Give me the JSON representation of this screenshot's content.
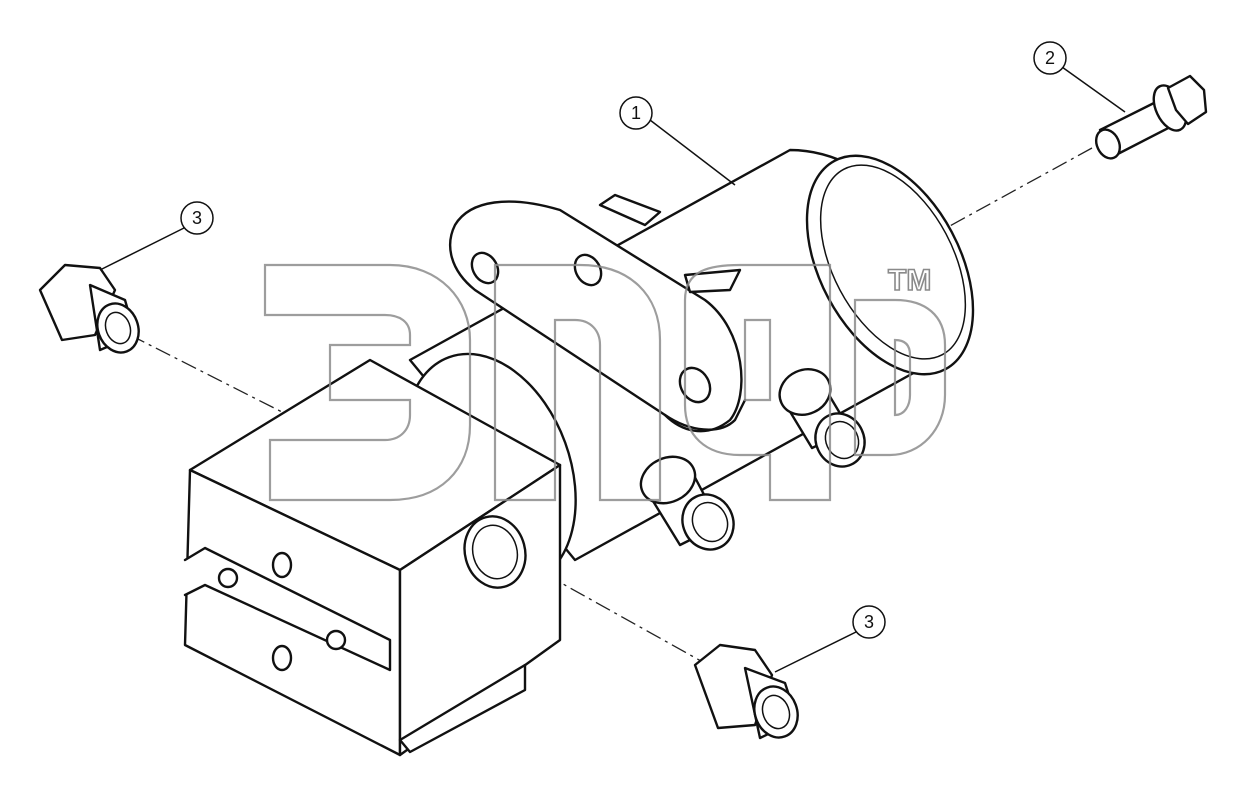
{
  "callouts": [
    {
      "id": "1",
      "label": "1"
    },
    {
      "id": "2",
      "label": "2"
    },
    {
      "id": "3a",
      "label": "3"
    },
    {
      "id": "3b",
      "label": "3"
    }
  ],
  "watermark": {
    "trademark": "TM"
  },
  "colors": {
    "line": "#111111",
    "watermark": "#8c8c8c",
    "background": "#ffffff"
  }
}
